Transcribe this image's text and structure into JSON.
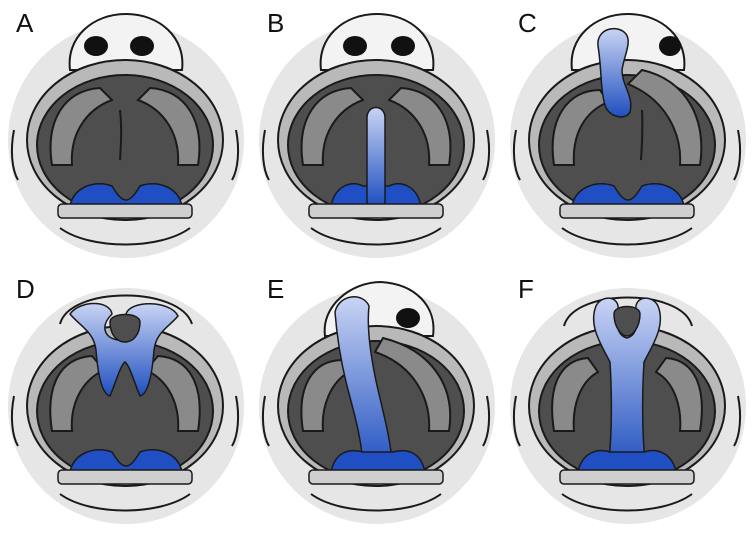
{
  "figure": {
    "panels": [
      {
        "label": "A",
        "variant": "normal-palate"
      },
      {
        "label": "B",
        "variant": "soft-palate-cleft"
      },
      {
        "label": "C",
        "variant": "unilateral-lip-alveolus-cleft"
      },
      {
        "label": "D",
        "variant": "bilateral-lip-alveolus-cleft"
      },
      {
        "label": "E",
        "variant": "unilateral-complete-cleft"
      },
      {
        "label": "F",
        "variant": "bilateral-complete-cleft"
      }
    ]
  },
  "colors": {
    "outline": "#1a1a1a",
    "face": "#dcdcdc",
    "lip": "#b9b9b9",
    "mouth": "#4e4e4e",
    "ridge": "#8a8a8a",
    "cleft_light": "#c9d4f4",
    "cleft_dark": "#1f4fbf",
    "tongue": "#1f4fc2"
  }
}
